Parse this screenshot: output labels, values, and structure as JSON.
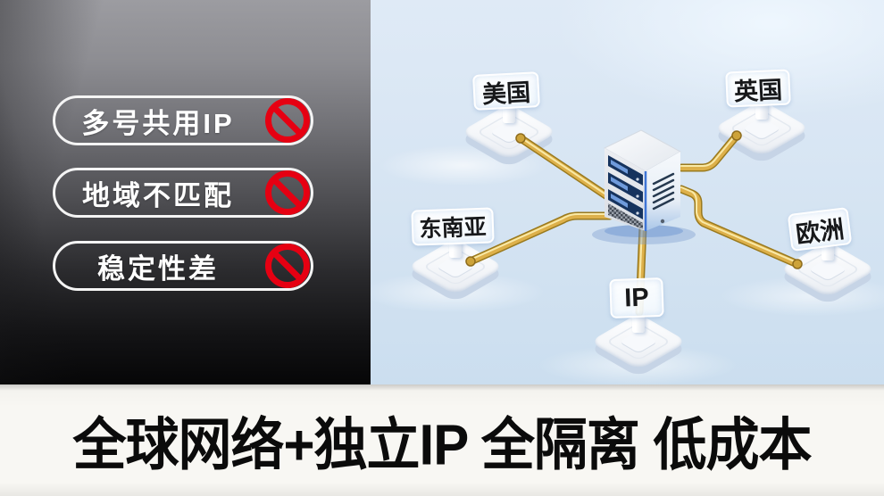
{
  "left_panel": {
    "problems": [
      {
        "label": "多号共用IP"
      },
      {
        "label": "地域不匹配"
      },
      {
        "label": "稳定性差"
      }
    ]
  },
  "diagram": {
    "nodes": [
      {
        "id": "us",
        "label": "美国"
      },
      {
        "id": "uk",
        "label": "英国"
      },
      {
        "id": "se",
        "label": "东南亚"
      },
      {
        "id": "eu",
        "label": "欧洲"
      },
      {
        "id": "ip",
        "label": "IP"
      }
    ]
  },
  "banner": {
    "headline": "全球网络+独立IP 全隔离 低成本"
  },
  "colors": {
    "prohibit_red": "#e60012",
    "wire_gold": "#d9ab3f",
    "scene_blue": "#d7e5f3",
    "panel_dark": "#131315",
    "banner_bg": "#f8f7f3",
    "headline_text": "#0b0b0b"
  }
}
